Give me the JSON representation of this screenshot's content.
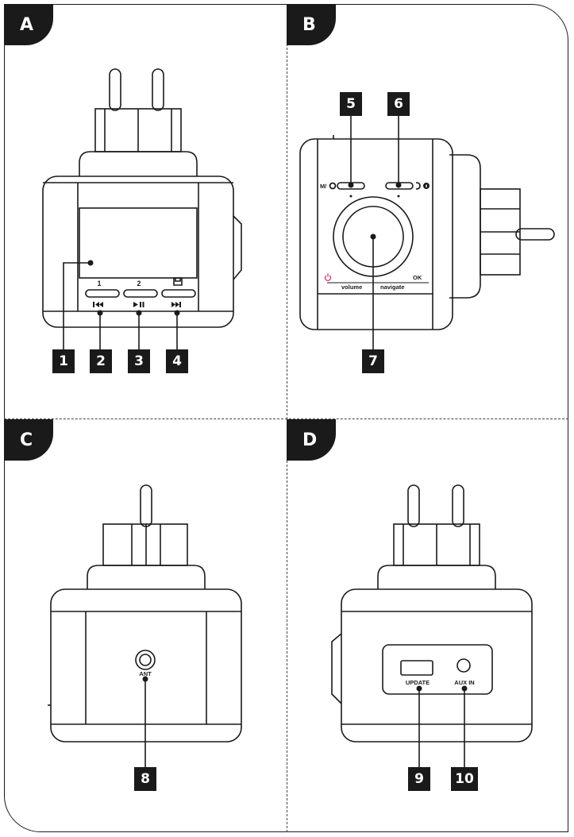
{
  "panels": [
    {
      "letter": "A"
    },
    {
      "letter": "B"
    },
    {
      "letter": "C"
    },
    {
      "letter": "D"
    }
  ],
  "callouts": [
    "1",
    "2",
    "3",
    "4",
    "5",
    "6",
    "7",
    "8",
    "9",
    "10"
  ],
  "labels": {
    "preset_1": "1",
    "preset_2": "2",
    "mode": "M/",
    "volume": "volume",
    "navigate": "navigate",
    "ok": "OK",
    "ant": "ANT",
    "update": "UPDATE",
    "aux_in": "AUX IN"
  },
  "colors": {
    "ink": "#1a1a1a",
    "power_icon": "#e0306a"
  }
}
